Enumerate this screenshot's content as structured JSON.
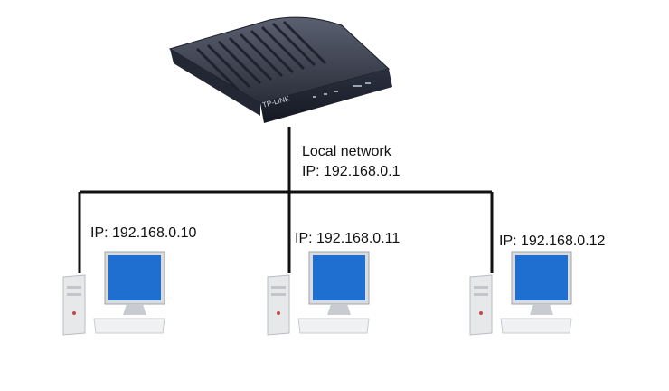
{
  "router": {
    "brand": "TP-LINK",
    "network_label": "Local network",
    "ip_label": "IP: 192.168.0.1"
  },
  "computers": [
    {
      "ip_label": "IP: 192.168.0.10"
    },
    {
      "ip_label": "IP: 192.168.0.11"
    },
    {
      "ip_label": "IP: 192.168.0.12"
    }
  ],
  "colors": {
    "line": "#111111",
    "router_body": "#2a2e3a",
    "router_face": "#1e2230",
    "screen": "#1e6fd0",
    "case": "#e6e8ea"
  }
}
